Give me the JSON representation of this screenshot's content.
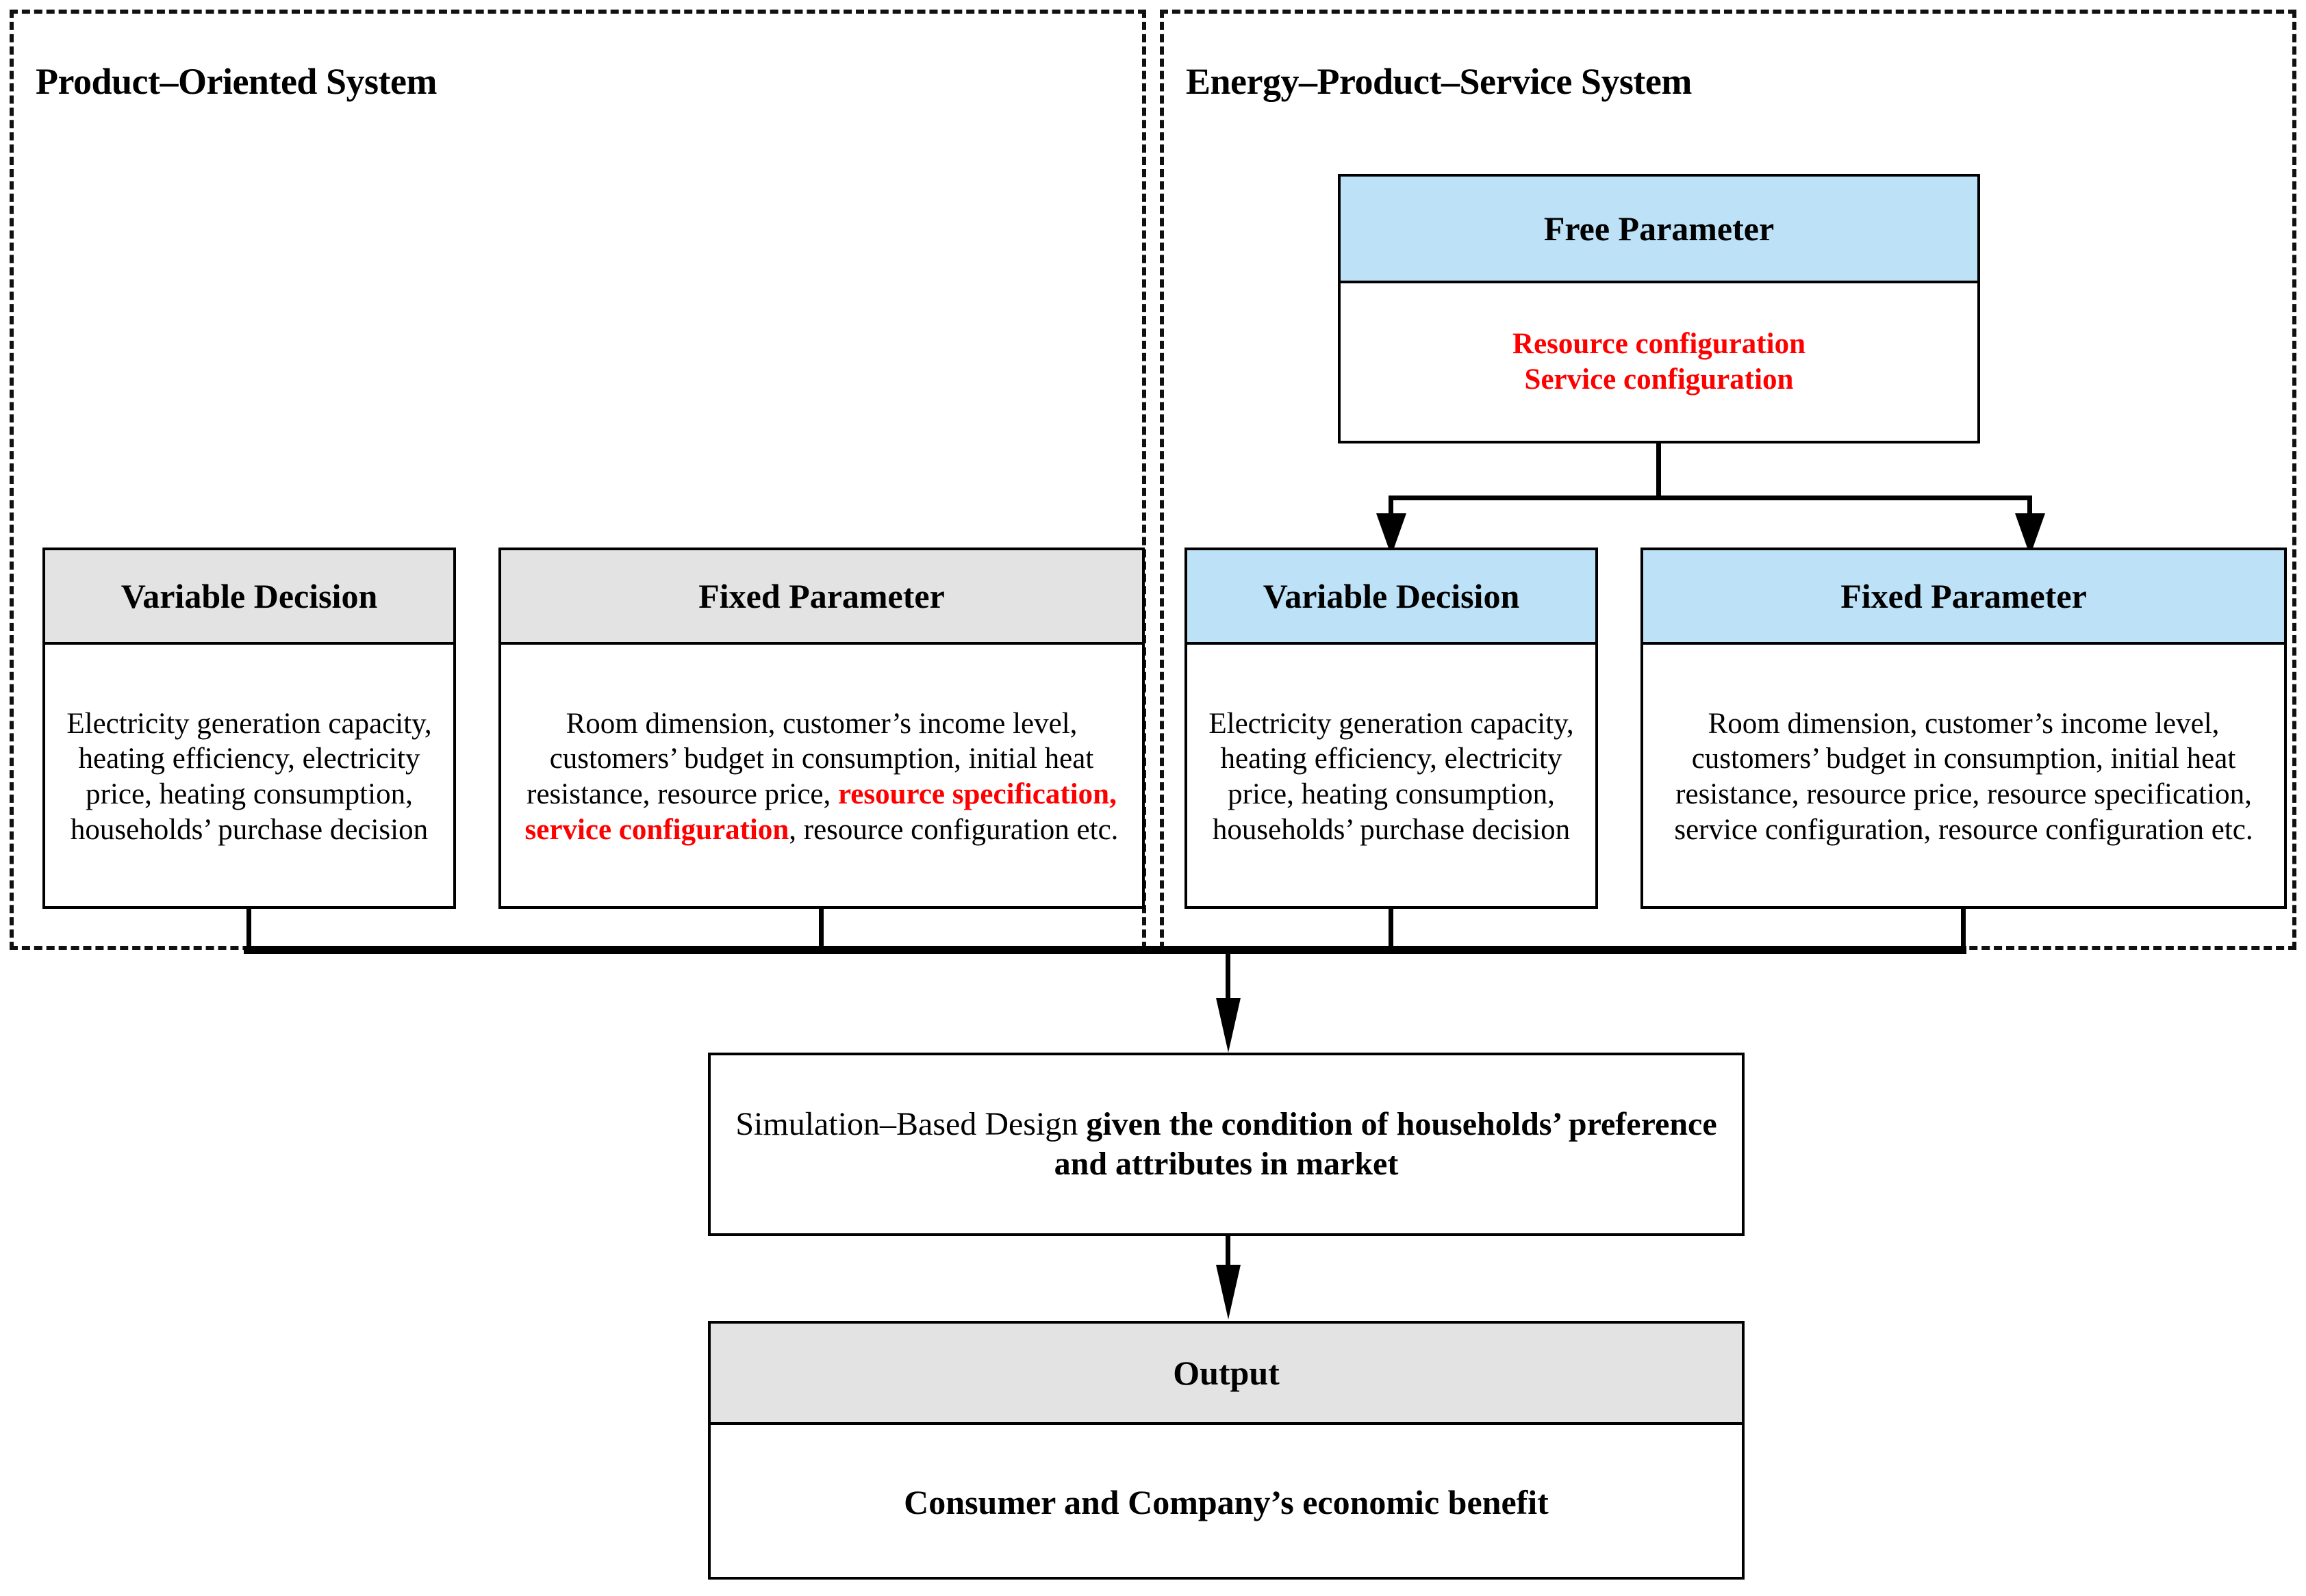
{
  "colors": {
    "accent_blue": "#bde1f6",
    "accent_gray": "#e3e3e3",
    "highlight_red": "#ff0000",
    "stroke": "#000000",
    "background": "#ffffff"
  },
  "panels": {
    "left": {
      "title": "Product–Oriented System"
    },
    "right": {
      "title": "Energy–Product–Service System"
    }
  },
  "free_parameter": {
    "header": "Free Parameter",
    "line1": "Resource configuration",
    "line2": "Service configuration"
  },
  "left_variable_decision": {
    "header": "Variable Decision",
    "body": "Electricity generation capacity, heating efficiency, electricity price, heating consumption, households’ purchase decision"
  },
  "left_fixed_parameter": {
    "header": "Fixed Parameter",
    "body_part1": "Room dimension, customer’s income level, customers’ budget in consumption, initial heat resistance, resource price, ",
    "body_highlight": "resource specification, service configuration",
    "body_part2": ", resource configuration etc."
  },
  "right_variable_decision": {
    "header": "Variable Decision",
    "body": "Electricity generation capacity, heating efficiency, electricity price, heating consumption, households’ purchase decision"
  },
  "right_fixed_parameter": {
    "header": "Fixed Parameter",
    "body": "Room dimension, customer’s income level, customers’ budget in consumption, initial heat resistance, resource price, resource specification, service configuration, resource configuration etc."
  },
  "simulation": {
    "text_regular": "Simulation–Based Design ",
    "text_bold": "given the condition of households’ preference and attributes in market"
  },
  "output": {
    "header": "Output",
    "body": "Consumer and Company’s economic benefit"
  }
}
